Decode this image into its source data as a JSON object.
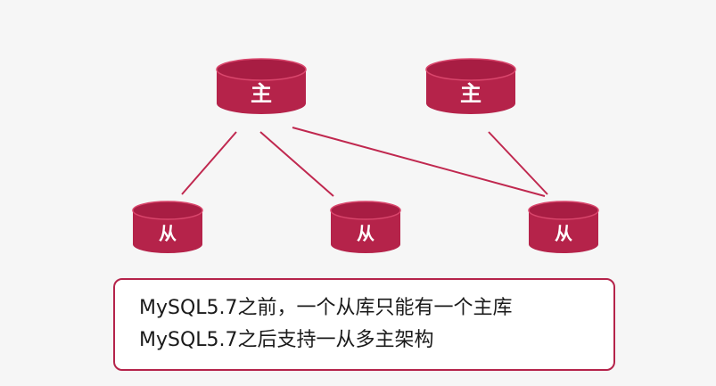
{
  "colors": {
    "cylinder_fill": "#b5234a",
    "cylinder_top": "#a81d43",
    "cylinder_rim": "#d9466c",
    "connector": "#c0284f",
    "caption_border": "#b5234a"
  },
  "diagram": {
    "master_label": "主",
    "slave_label": "从"
  },
  "caption": {
    "line1": "MySQL5.7之前，一个从库只能有一个主库",
    "line2": "MySQL5.7之后支持一从多主架构"
  }
}
